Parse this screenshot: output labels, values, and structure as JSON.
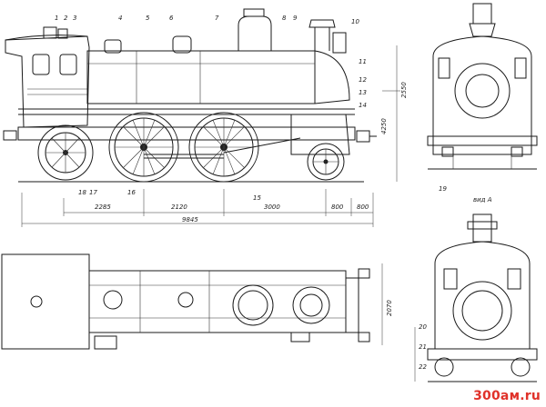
{
  "watermark": "300ам.ru",
  "dimensions": {
    "wheelbase_a": "2285",
    "wheelbase_b": "2120",
    "wheelbase_c": "3000",
    "overhang_a": "800",
    "overhang_b": "800",
    "total_length": "9845",
    "height_total": "4250",
    "height_boiler": "2550",
    "width_top": "2070",
    "front_view_label": "вид А"
  },
  "callouts": [
    "1",
    "2",
    "3",
    "4",
    "5",
    "6",
    "7",
    "8",
    "9",
    "10",
    "11",
    "12",
    "13",
    "14",
    "15",
    "16",
    "17",
    "18",
    "19",
    "20",
    "21",
    "22"
  ]
}
